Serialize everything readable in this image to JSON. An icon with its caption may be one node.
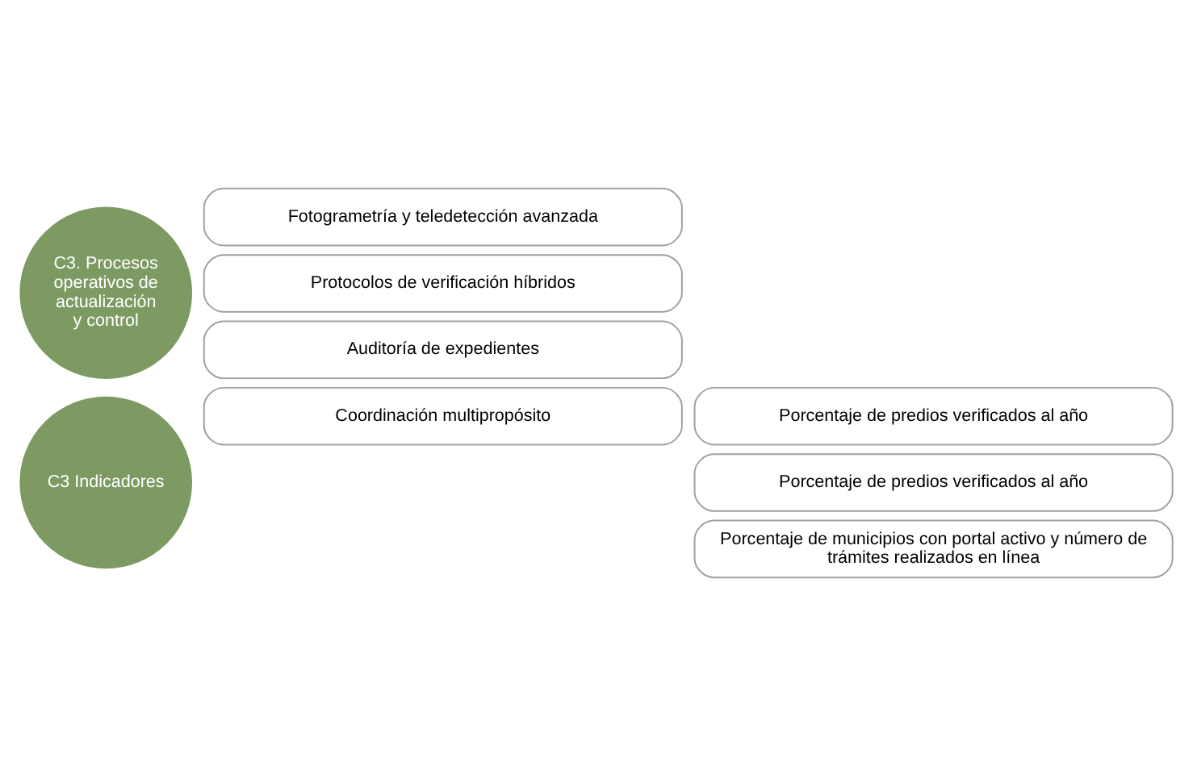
{
  "diagram": {
    "nodes": [
      {
        "text": [
          "C3. Procesos operativos de actualización y control"
        ]
      },
      {
        "text": [
          "Fotogrametría y teledetección avanzada"
        ]
      },
      {
        "text": [
          "Protocolos de verificación híbridos"
        ]
      },
      {
        "text": [
          "Auditoría de expedientes"
        ]
      },
      {
        "text": [
          "Coordinación multipropósito"
        ]
      },
      {
        "text": [
          "C3 Indicadores"
        ]
      },
      {
        "text": [
          "Porcentaje de predios verificados al año"
        ]
      },
      {
        "text": [
          "Porcentaje de predios verificados al año"
        ]
      },
      {
        "text": [
          "Porcentaje de municipios con portal activo y número de trámites realizados en línea"
        ]
      }
    ]
  }
}
